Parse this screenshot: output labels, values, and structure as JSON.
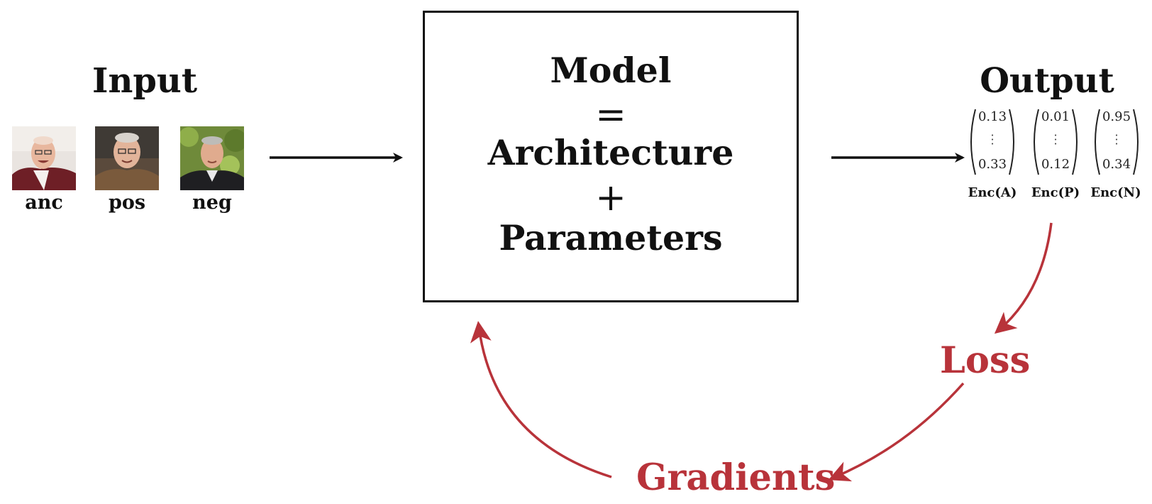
{
  "input": {
    "title": "Input",
    "photos": [
      {
        "label": "anc"
      },
      {
        "label": "pos"
      },
      {
        "label": "neg"
      }
    ]
  },
  "model": {
    "line1": "Model",
    "op1": "=",
    "line2": "Architecture",
    "op2": "+",
    "line3": "Parameters"
  },
  "output": {
    "title": "Output",
    "vectors": [
      {
        "top": "0.13",
        "bottom": "0.33",
        "label": "Enc(A)"
      },
      {
        "top": "0.01",
        "bottom": "0.12",
        "label": "Enc(P)"
      },
      {
        "top": "0.95",
        "bottom": "0.34",
        "label": "Enc(N)"
      }
    ]
  },
  "loop": {
    "loss": "Loss",
    "gradients": "Gradients"
  },
  "colors": {
    "accent_red": "#b8333a",
    "ink": "#111111"
  }
}
